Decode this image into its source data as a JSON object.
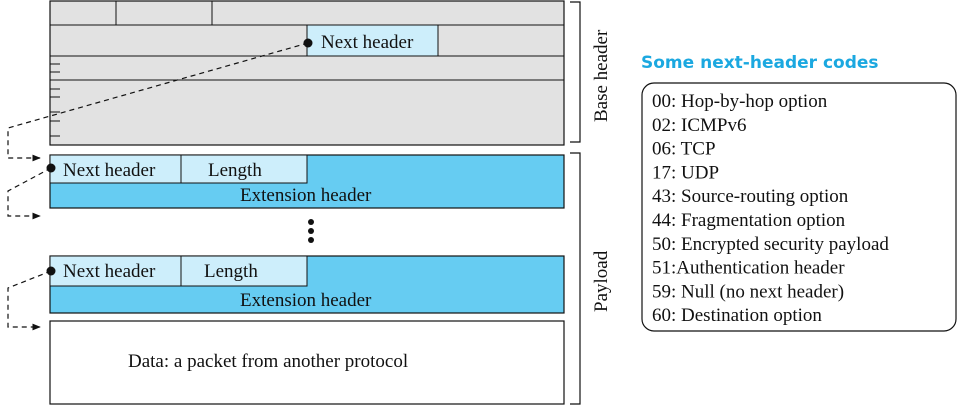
{
  "colors": {
    "base_header_fill": "#e2e2e2",
    "extension_fill": "#66ccf2",
    "field_fill": "#cdeefb",
    "title_color": "#1ba8e0",
    "line_color": "#111111"
  },
  "base_header": {
    "next_header_label": "Next header"
  },
  "extension_headers": [
    {
      "next_header_label": "Next header",
      "length_label": "Length",
      "body_label": "Extension header"
    },
    {
      "next_header_label": "Next header",
      "length_label": "Length",
      "body_label": "Extension header"
    }
  ],
  "ellipsis": "⋮",
  "data_block": {
    "label": "Data: a packet from another protocol"
  },
  "braces": {
    "base_header_label": "Base header",
    "payload_label": "Payload"
  },
  "codes_panel": {
    "title": "Some next-header codes",
    "items": [
      "00: Hop-by-hop option",
      "02: ICMPv6",
      "06: TCP",
      "17: UDP",
      "43: Source-routing option",
      "44: Fragmentation option",
      "50: Encrypted security payload",
      "51:Authentication header",
      "59: Null (no next header)",
      "60: Destination option"
    ]
  }
}
